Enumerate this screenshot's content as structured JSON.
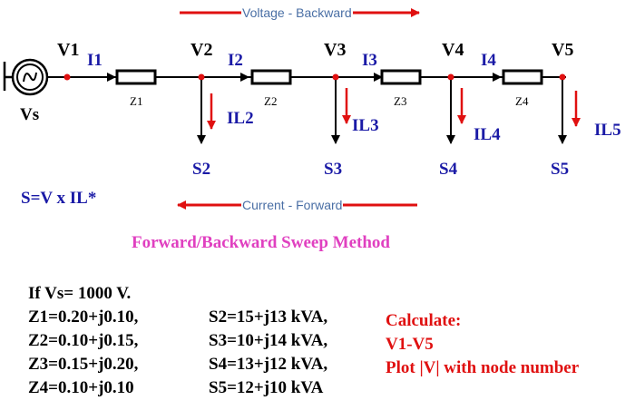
{
  "diagram": {
    "voltage_arrow_label": "Voltage - Backward",
    "current_arrow_label": "Current - Forward",
    "source_label": "Vs",
    "nodes": [
      "V1",
      "V2",
      "V3",
      "V4",
      "V5"
    ],
    "branch_currents": [
      "I1",
      "I2",
      "I3",
      "I4"
    ],
    "impedances": [
      "Z1",
      "Z2",
      "Z3",
      "Z4"
    ],
    "load_currents": [
      "IL2",
      "IL3",
      "IL4",
      "IL5"
    ],
    "loads": [
      "S2",
      "S3",
      "S4",
      "S5"
    ],
    "power_formula": "S=V x IL*",
    "method_title": "Forward/Backward Sweep Method",
    "colors": {
      "arrow_red": "#e01010",
      "label_blue": "#1a1aa6",
      "method_magenta": "#e040c0"
    }
  },
  "given": {
    "source": "If Vs= 1000 V.",
    "impedances": [
      "Z1=0.20+j0.10,",
      "Z2=0.10+j0.15,",
      "Z3=0.15+j0.20,",
      "Z4=0.10+j0.10"
    ],
    "loads": [
      "S2=15+j13 kVA,",
      "S3=10+j14 kVA,",
      "S4=13+j12 kVA,",
      "S5=12+j10 kVA"
    ]
  },
  "task": {
    "title": "Calculate:",
    "items": [
      "V1-V5",
      "Plot |V| with node number"
    ]
  }
}
